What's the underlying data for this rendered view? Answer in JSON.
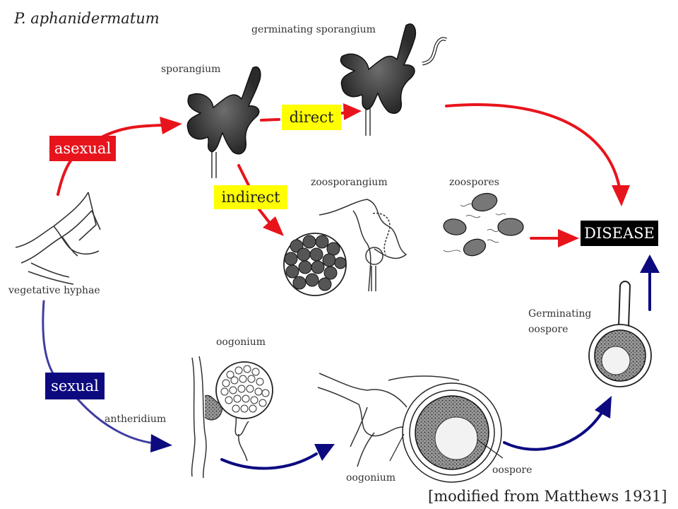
{
  "title": "P. aphanidermatum",
  "caption": "[modified from Matthews 1931]",
  "boxes": {
    "asexual": "asexual",
    "sexual": "sexual",
    "direct": "direct",
    "indirect": "indirect",
    "disease": "DISEASE"
  },
  "labels": {
    "sporangium": "sporangium",
    "germinating_sporangium": "germinating sporangium",
    "zoosporangium": "zoosporangium",
    "zoospores": "zoospores",
    "vegetative_hyphae": "vegetative hyphae",
    "oogonium_top": "oogonium",
    "antheridium": "antheridium",
    "oogonium_bottom": "oogonium",
    "oospore": "oospore",
    "germinating_oospore": "Germinating\noospore"
  },
  "colors": {
    "asexual_red": "#e8141c",
    "sexual_blue": "#0d0a80",
    "highlight_yellow": "#ffff00",
    "disease_black": "#000000",
    "hyphae_blue": "#3f3ca0"
  }
}
